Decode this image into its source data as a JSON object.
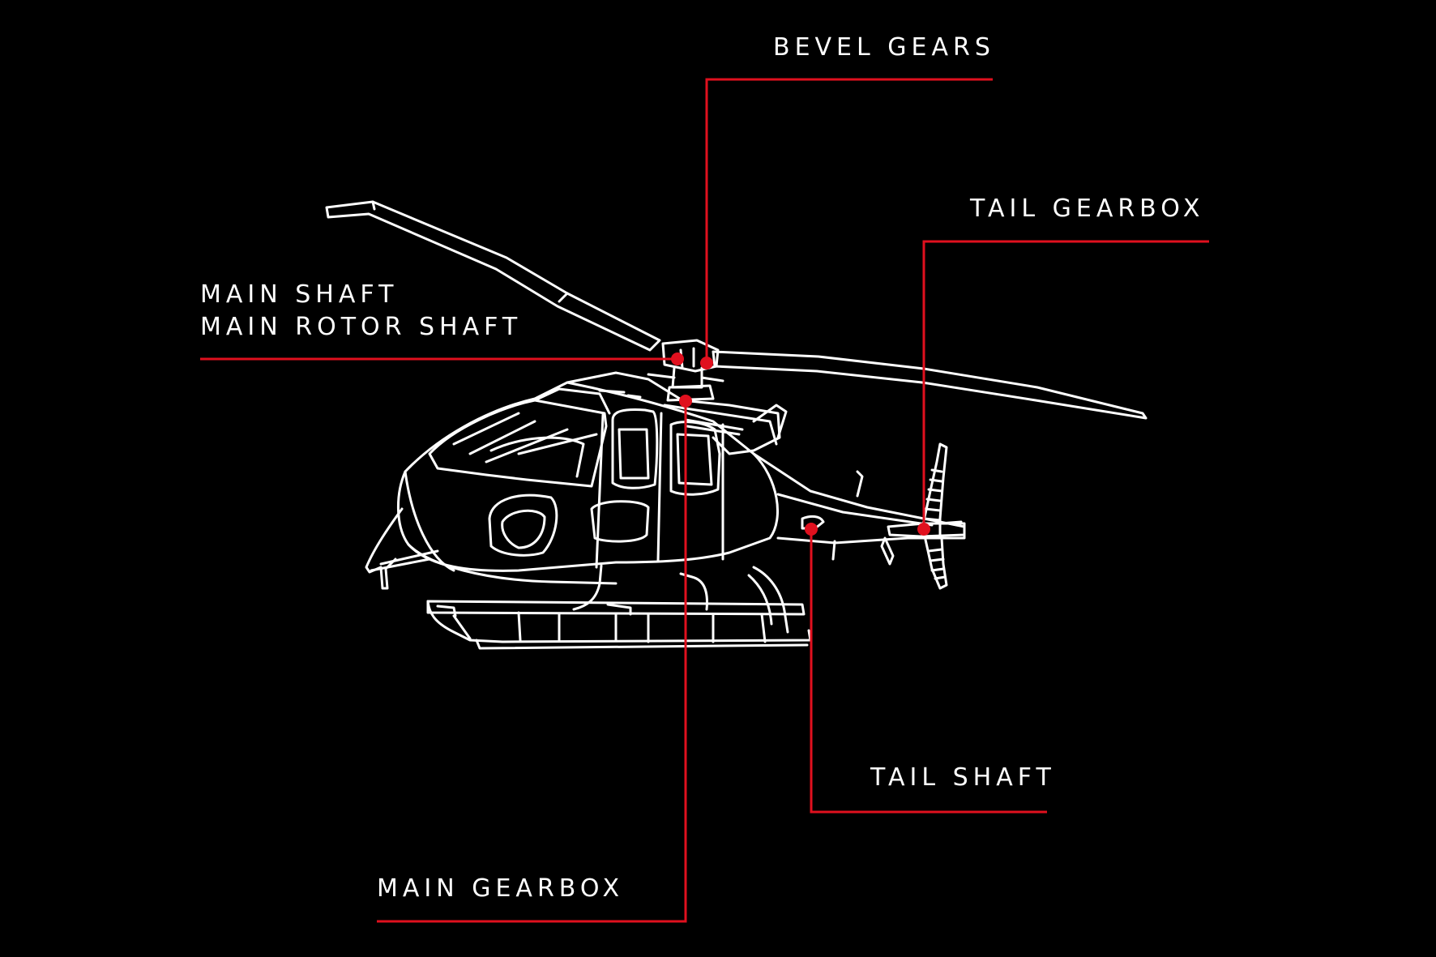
{
  "colors": {
    "background": "#000000",
    "line_art": "#ffffff",
    "callout": "#e0101e"
  },
  "callouts": {
    "bevel_gears": "BEVEL GEARS",
    "tail_gearbox": "TAIL GEARBOX",
    "main_shaft": "MAIN SHAFT",
    "main_rotor_shaft": "MAIN ROTOR SHAFT",
    "tail_shaft": "TAIL SHAFT",
    "main_gearbox": "MAIN GEARBOX"
  }
}
